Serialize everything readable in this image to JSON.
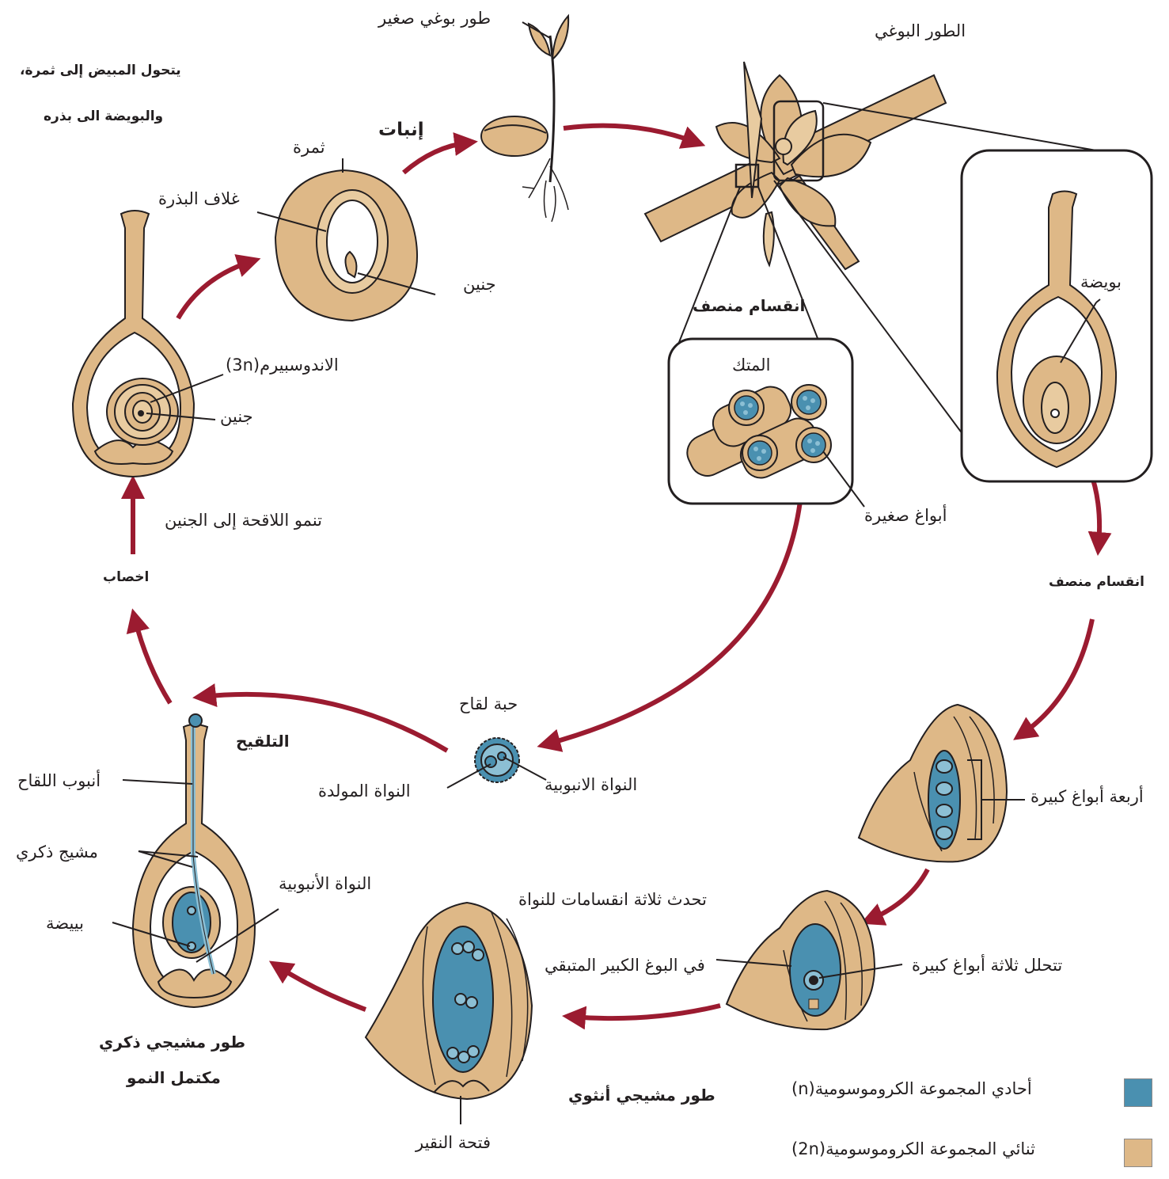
{
  "colors": {
    "tissue": "#deb887",
    "tissue_light": "#e8cba0",
    "haploid": "#4a90b0",
    "haploid_light": "#8cbfd4",
    "arrow": "#9b1b30",
    "line": "#231f20"
  },
  "labels": {
    "young_sporophyte": "طور بوغي صغير",
    "sporophyte": "الطور البوغي",
    "ovary_becomes_fruit": "يتحول المبيض إلى ثمرة،",
    "ovule_becomes_seed": "والبويضة الى بذره",
    "germination": "إنبات",
    "fruit": "ثمرة",
    "seed_coat": "غلاف البذرة",
    "embryo_seed": "جنين",
    "endosperm": "الاندوسبيرم(3n)",
    "embryo_ovule": "جنين",
    "zygote_grows": "تنمو اللاقحة إلى الجنين",
    "fertilization_1": "اخصاب",
    "meiosis_anther": "انقسام منصف",
    "anther": "المتك",
    "microspores": "أبواغ صغيرة",
    "ovule": "بويضة",
    "meiosis_ovule": "انقسام منصف",
    "pollen_grain": "حبة لقاح",
    "pollination": "التلقيح",
    "pollen_tube": "أنبوب اللقاح",
    "male_gametes": "مشيج ذكري",
    "tube_nucleus_1": "النواة الأنبوبية",
    "egg": "بييضة",
    "generative_nucleus": "النواة المولدة",
    "tube_nucleus_2": "النواة الانبوبية",
    "four_megaspores": "أربعة أبواغ كبيرة",
    "three_divisions": "تحدث ثلاثة انقسامات للنواة",
    "in_remaining": "في البوغ الكبير المتبقي",
    "three_degenerate": "تتحلل ثلاثة أبواغ كبيرة",
    "male_gametophyte_1": "طور مشيجي ذكري",
    "male_gametophyte_2": "مكتمل النمو",
    "female_gametophyte": "طور مشيجي أنثوي",
    "micropyle": "فتحة النقير"
  },
  "legend": {
    "haploid": "أحادي المجموعة الكروموسومية(n)",
    "diploid": "ثنائي المجموعة الكروموسومية(2n)"
  }
}
